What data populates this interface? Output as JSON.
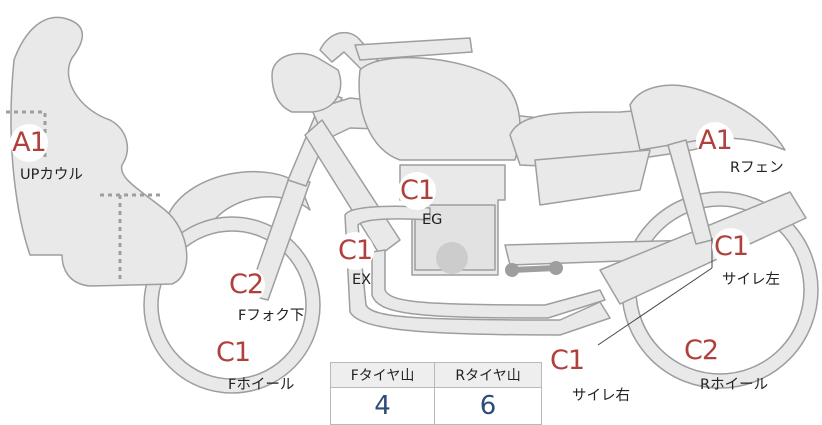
{
  "parts": [
    {
      "id": "up-cowl",
      "rank": "A1",
      "label": "UPカウル"
    },
    {
      "id": "r-fender",
      "rank": "A1",
      "label": "Rフェン"
    },
    {
      "id": "engine",
      "rank": "C1",
      "label": "EG"
    },
    {
      "id": "exhaust",
      "rank": "C1",
      "label": "EX"
    },
    {
      "id": "f-fork",
      "rank": "C2",
      "label": "Fフォク下"
    },
    {
      "id": "f-wheel",
      "rank": "C1",
      "label": "Fホイール"
    },
    {
      "id": "muffler-l",
      "rank": "C1",
      "label": "サイレ左"
    },
    {
      "id": "muffler-r",
      "rank": "C1",
      "label": "サイレ右"
    },
    {
      "id": "r-wheel",
      "rank": "C2",
      "label": "Rホイール"
    }
  ],
  "tread": {
    "front_header": "Fタイヤ山",
    "rear_header": "Rタイヤ山",
    "front_value": "4",
    "rear_value": "6"
  },
  "colors": {
    "body_fill": "#e9e9e9",
    "outline": "#9e9e9e",
    "rank_text": "#b0403c",
    "tread_value": "#2e4b7a"
  }
}
